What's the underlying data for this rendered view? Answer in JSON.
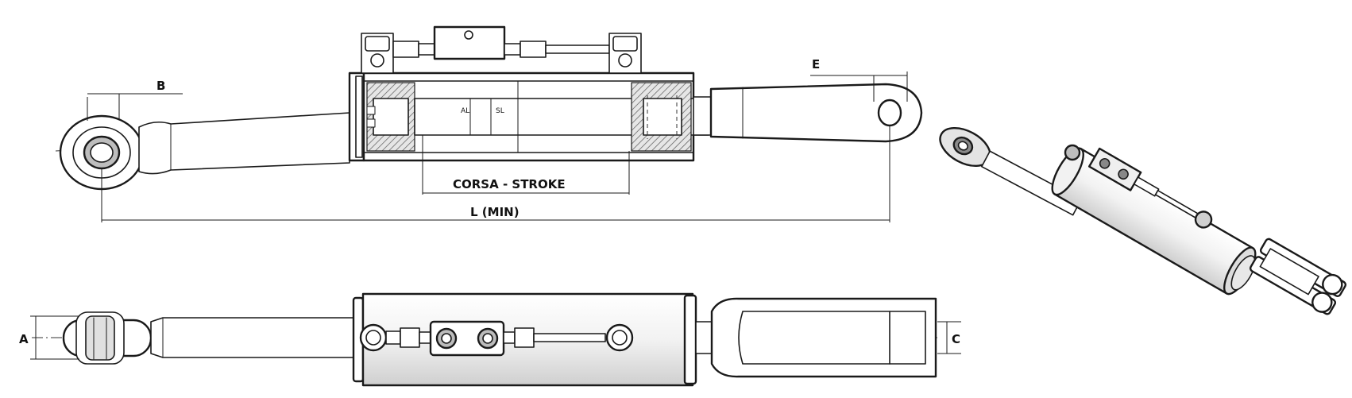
{
  "labels": {
    "a": "A",
    "b": "B",
    "c": "C",
    "e": "E",
    "al": "AL",
    "sl": "SL",
    "stroke": "CORSA - STROKE",
    "length": "L (MIN)"
  }
}
